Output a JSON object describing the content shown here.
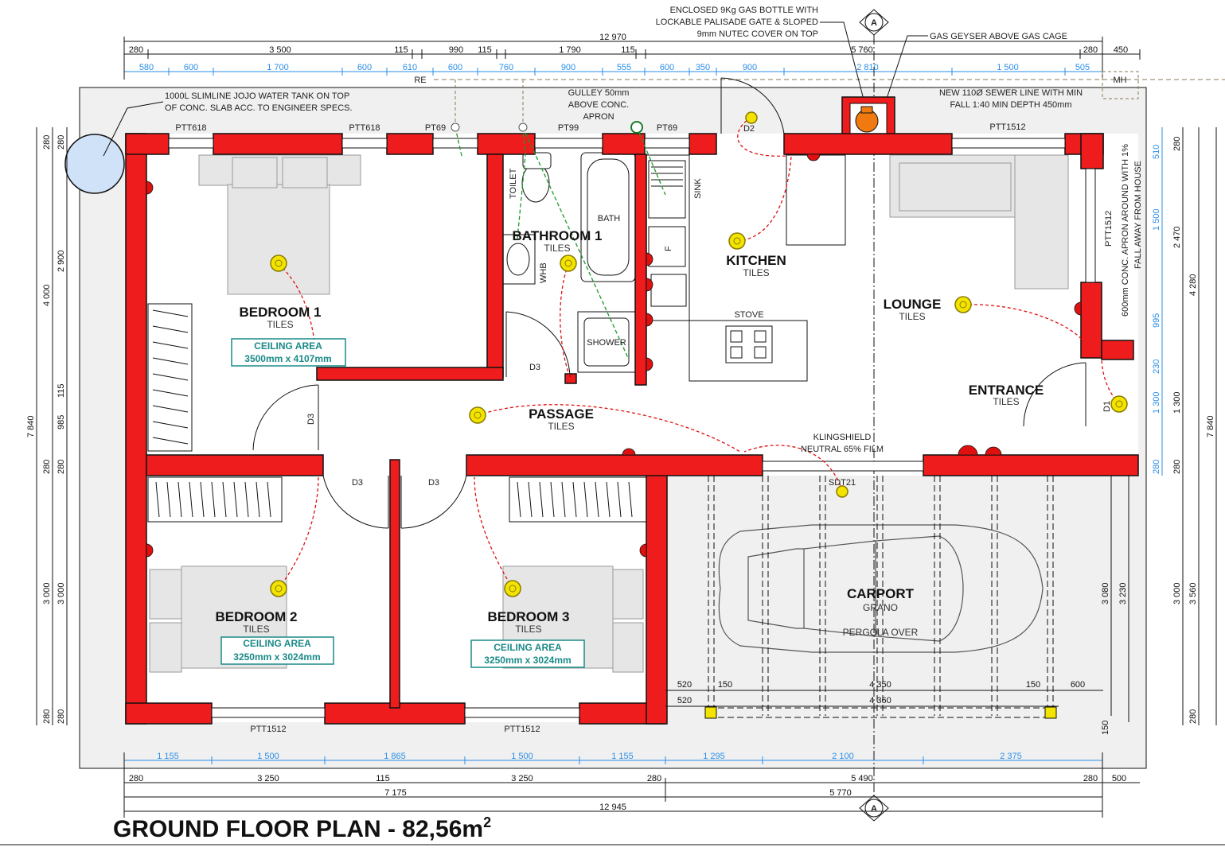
{
  "title": {
    "main": "GROUND FLOOR PLAN - 82,56m",
    "sup": "2"
  },
  "rooms": {
    "bedroom1": {
      "name": "BEDROOM 1",
      "finish": "TILES"
    },
    "bedroom2": {
      "name": "BEDROOM 2",
      "finish": "TILES"
    },
    "bedroom3": {
      "name": "BEDROOM 3",
      "finish": "TILES"
    },
    "bathroom1": {
      "name": "BATHROOM 1",
      "finish": "TILES"
    },
    "kitchen": {
      "name": "KITCHEN",
      "finish": "TILES"
    },
    "lounge": {
      "name": "LOUNGE",
      "finish": "TILES"
    },
    "entrance": {
      "name": "ENTRANCE",
      "finish": "TILES"
    },
    "passage": {
      "name": "PASSAGE",
      "finish": "TILES"
    },
    "carport": {
      "name": "CARPORT",
      "finish": "GRANO",
      "note": "PERGOLA OVER"
    }
  },
  "ceiling_areas": {
    "label": "CEILING AREA",
    "bedroom1": "3500mm x 4107mm",
    "bedroom2": "3250mm x 3024mm",
    "bedroom3": "3250mm x 3024mm"
  },
  "fixtures": {
    "toilet": "TOILET",
    "bath": "BATH",
    "whb": "WHB",
    "shower": "SHOWER",
    "sink": "SINK",
    "fridge": "F",
    "stove": "STOVE",
    "d1": "D1",
    "d2": "D2",
    "d3": "D3",
    "sdt": "SDT21"
  },
  "windows": {
    "ptt618_a": "PTT618",
    "ptt618_b": "PTT618",
    "pt69_a": "PT69",
    "pt99": "PT99",
    "pt69_b": "PT69",
    "ptt1512_top": "PTT1512",
    "ptt1512_right": "PTT1512",
    "ptt1512_b2": "PTT1512",
    "ptt1512_b3": "PTT1512"
  },
  "notes": {
    "tank": [
      "1000L SLIMLINE JOJO WATER TANK ON TOP",
      "OF CONC. SLAB ACC. TO ENGINEER SPECS."
    ],
    "gulley": [
      "GULLEY 50mm",
      "ABOVE CONC.",
      "APRON"
    ],
    "gas": [
      "ENCLOSED 9Kg GAS BOTTLE WITH",
      "LOCKABLE PALISADE GATE & SLOPED",
      "9mm NUTEC COVER ON TOP"
    ],
    "geyser": "GAS GEYSER ABOVE GAS CAGE",
    "sewer": [
      "NEW 110Ø SEWER LINE WITH MIN",
      "FALL 1:40 MIN DEPTH 450mm"
    ],
    "apron": [
      "600mm CONC. APRON AROUND WITH 1%",
      "FALL AWAY FROM HOUSE"
    ],
    "klingshield": [
      "KLINGSHIELD",
      "NEUTRAL 65% FILM"
    ],
    "re": "RE",
    "mh": "MH",
    "section": "A"
  },
  "dims_top": {
    "total": "12 970",
    "row1": [
      "280",
      "3 500",
      "115",
      "990",
      "115",
      "1 790",
      "115",
      "5 760",
      "280",
      "450"
    ],
    "blue": [
      "580",
      "600",
      "1 700",
      "600",
      "610",
      "600",
      "760",
      "900",
      "555",
      "600",
      "350",
      "900",
      "2 810",
      "1 500",
      "505"
    ]
  },
  "dims_bottom": {
    "blue": [
      "1 155",
      "1 500",
      "1 865",
      "1 500",
      "1 155",
      "1 295",
      "2 100",
      "2 375"
    ],
    "row1": [
      "280",
      "3 250",
      "115",
      "3 250",
      "280",
      "5 490",
      "280",
      "500"
    ],
    "row2": [
      "7 175",
      "5 770"
    ],
    "total": "12 945"
  },
  "dims_left": {
    "outer": "7 840",
    "mid": [
      "4 000",
      "3 000"
    ],
    "inner": [
      "280",
      "2 900",
      "115",
      "985",
      "280",
      "3 000",
      "280"
    ],
    "inner2": [
      "280",
      "280",
      "280"
    ]
  },
  "dims_right": {
    "blue": [
      "510",
      "1 500",
      "995",
      "230",
      "1 300",
      "280"
    ],
    "black": [
      "2 470",
      "4 280",
      "3 000",
      "3 560",
      "7 840",
      "280",
      "280",
      "280",
      "1 300"
    ]
  },
  "dims_carport": {
    "r1": [
      "520",
      "150",
      "4 350",
      "150",
      "600"
    ],
    "r2": [
      "520",
      "4 360"
    ],
    "v": [
      "3 080",
      "3 230",
      "150"
    ]
  }
}
